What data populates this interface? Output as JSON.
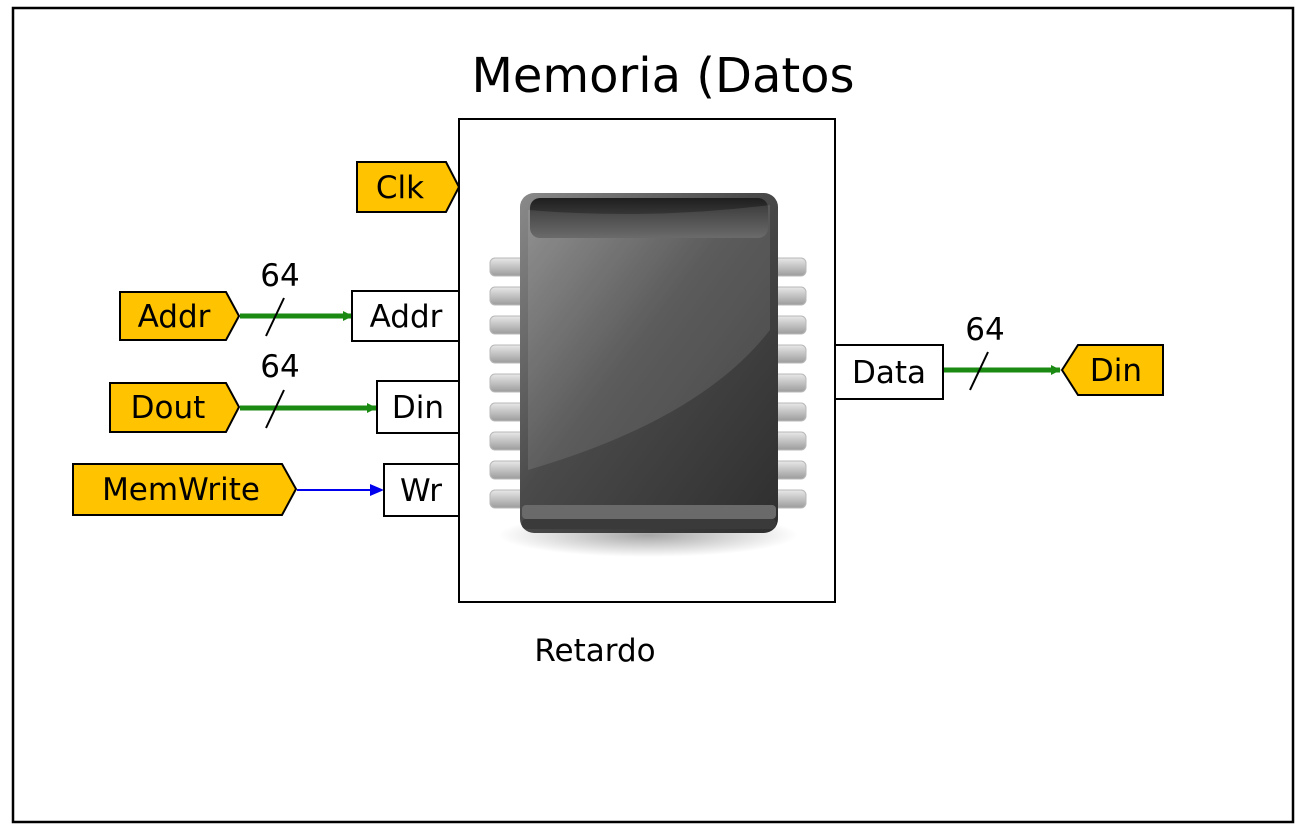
{
  "title": "Memoria (Datos",
  "block": {
    "caption": "Retardo",
    "icon": "memory-chip-icon",
    "inputs": [
      "Addr",
      "Din",
      "Wr"
    ],
    "output": "Data"
  },
  "tags": {
    "clk": "Clk",
    "addr": "Addr",
    "dout": "Dout",
    "memwrite": "MemWrite",
    "din": "Din"
  },
  "bus_widths": {
    "addr": "64",
    "dout": "64",
    "data": "64"
  },
  "colors": {
    "tag_fill": "#FFC300",
    "bus_wire": "#1A8A12",
    "signal_wire": "#0000EE",
    "border": "#000000"
  }
}
